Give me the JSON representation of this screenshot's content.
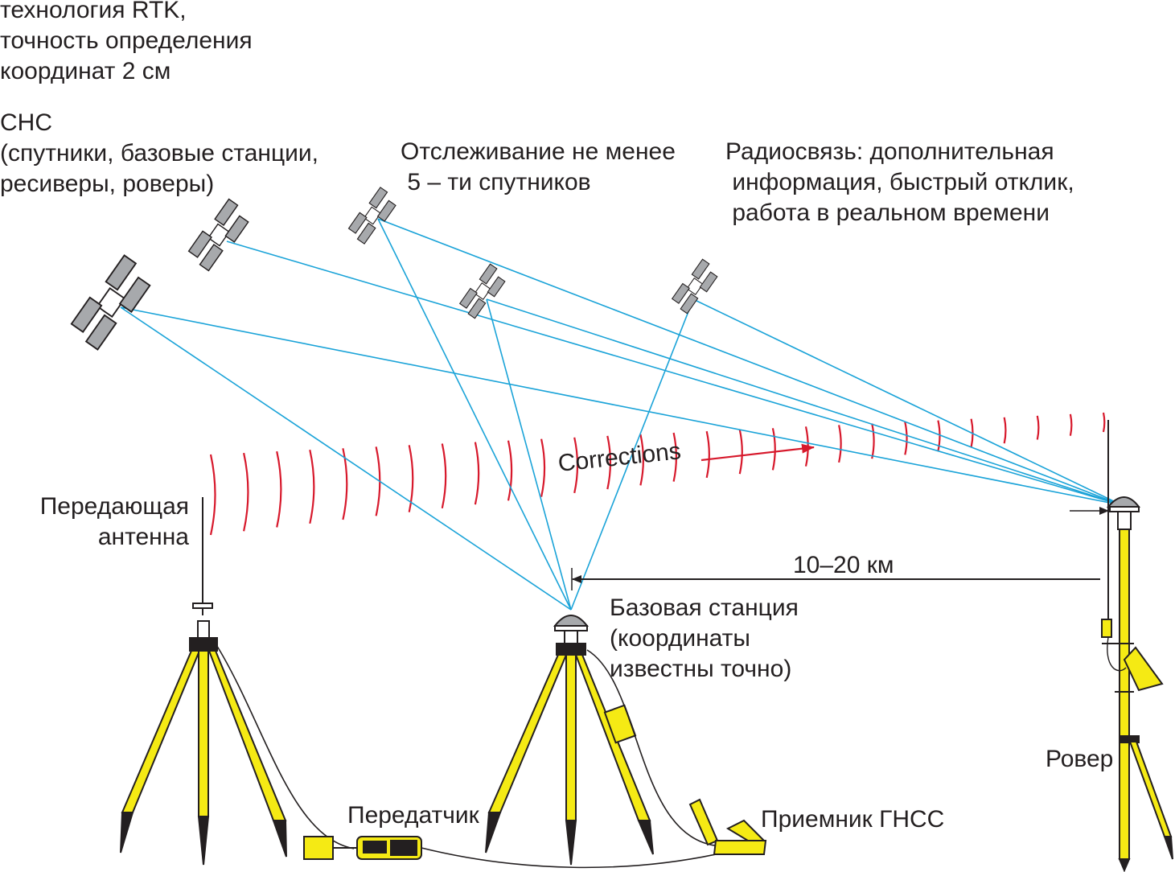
{
  "texts": {
    "rtk": "технология RTK,\nточность определения\nкоординат 2 см",
    "gnss": "СНС\n(спутники, базовые станции,\nресиверы, роверы)",
    "tracking": "Отслеживание не менее\n 5 – ти спутников",
    "radio": "Радиосвязь: дополнительная\n информация, быстрый отклик,\n работа в реальном времени",
    "antenna": "Передающая\nантенна",
    "base": "Базовая станция\n(координаты\nизвестны точно)",
    "transmitter": "Передатчик",
    "receiver": "Приемник ГНСС",
    "rover": "Ровер",
    "distance": "10–20 км",
    "corrections": "Corrections"
  },
  "colors": {
    "signal_line": "#1aa3d8",
    "radio_wave": "#d7192c",
    "tripod": "#f5ea14",
    "outline": "#231f20",
    "satellite": "#a7a9ac"
  },
  "satellites_count": 5
}
